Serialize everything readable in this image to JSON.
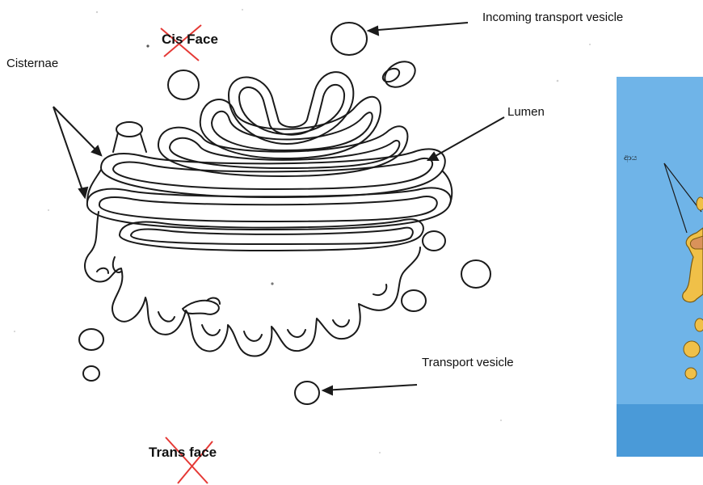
{
  "labels": {
    "cisternae": "Cisternae",
    "cis_face": "Cis Face",
    "incoming_vesicle": "Incoming transport vesicle",
    "lumen": "Lumen",
    "transport_vesicle": "Transport vesicle",
    "trans_face": "Trans face",
    "panel_label": "ආය"
  },
  "colors": {
    "ink": "#1a1a1a",
    "cross_out": "#e53935",
    "panel_sky": "#6fb4e8",
    "panel_floor": "#4a9ad8",
    "organelle_fill": "#f0c048",
    "organelle_edge": "#7a5a10",
    "lumen_fill": "#d9925a"
  }
}
